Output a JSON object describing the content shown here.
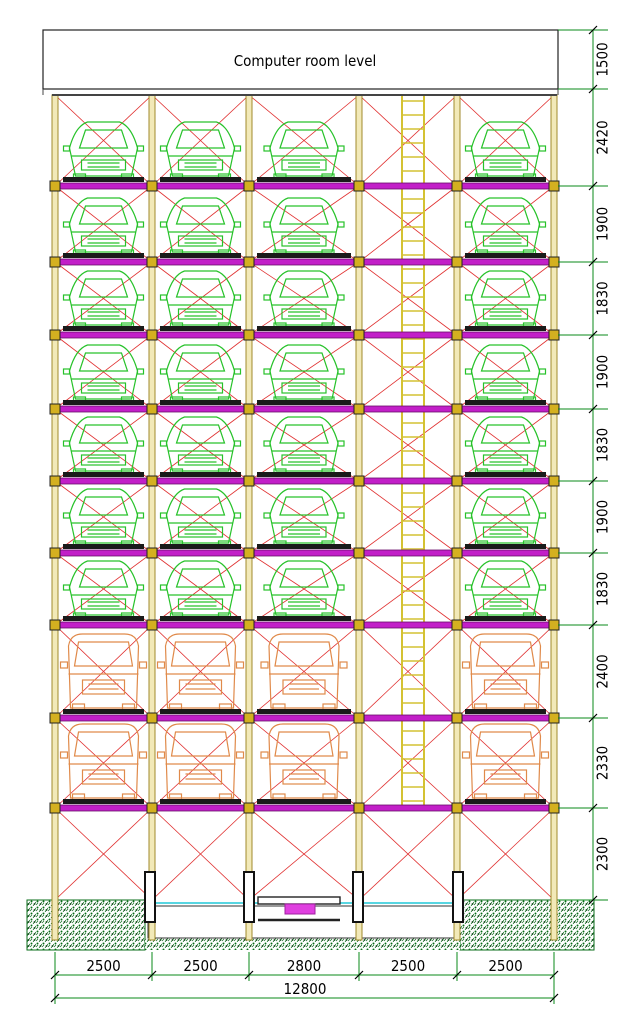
{
  "header": {
    "label": "Computer room level"
  },
  "car_types": [
    "sedan",
    "van"
  ],
  "columns": [
    {
      "width_label": "2500",
      "kind": "parking"
    },
    {
      "width_label": "2500",
      "kind": "parking"
    },
    {
      "width_label": "2800",
      "kind": "parking"
    },
    {
      "width_label": "2500",
      "kind": "lift"
    },
    {
      "width_label": "2500",
      "kind": "parking"
    }
  ],
  "total_width_label": "12800",
  "levels": [
    {
      "height_label": "1500",
      "type": "room"
    },
    {
      "height_label": "2420",
      "type": "sedan"
    },
    {
      "height_label": "1900",
      "type": "sedan"
    },
    {
      "height_label": "1830",
      "type": "sedan"
    },
    {
      "height_label": "1900",
      "type": "sedan"
    },
    {
      "height_label": "1830",
      "type": "sedan"
    },
    {
      "height_label": "1900",
      "type": "sedan"
    },
    {
      "height_label": "1830",
      "type": "sedan"
    },
    {
      "height_label": "2400",
      "type": "van"
    },
    {
      "height_label": "2330",
      "type": "van"
    },
    {
      "height_label": "2300",
      "type": "entry"
    }
  ],
  "colors": {
    "frame": "#a08a2c",
    "beam": "#c21fc8",
    "bracing": "#e03030",
    "sedan": "#27c22a",
    "van": "#e08a4a",
    "ladder": "#d4c232",
    "ground": "#0a6e1a"
  }
}
